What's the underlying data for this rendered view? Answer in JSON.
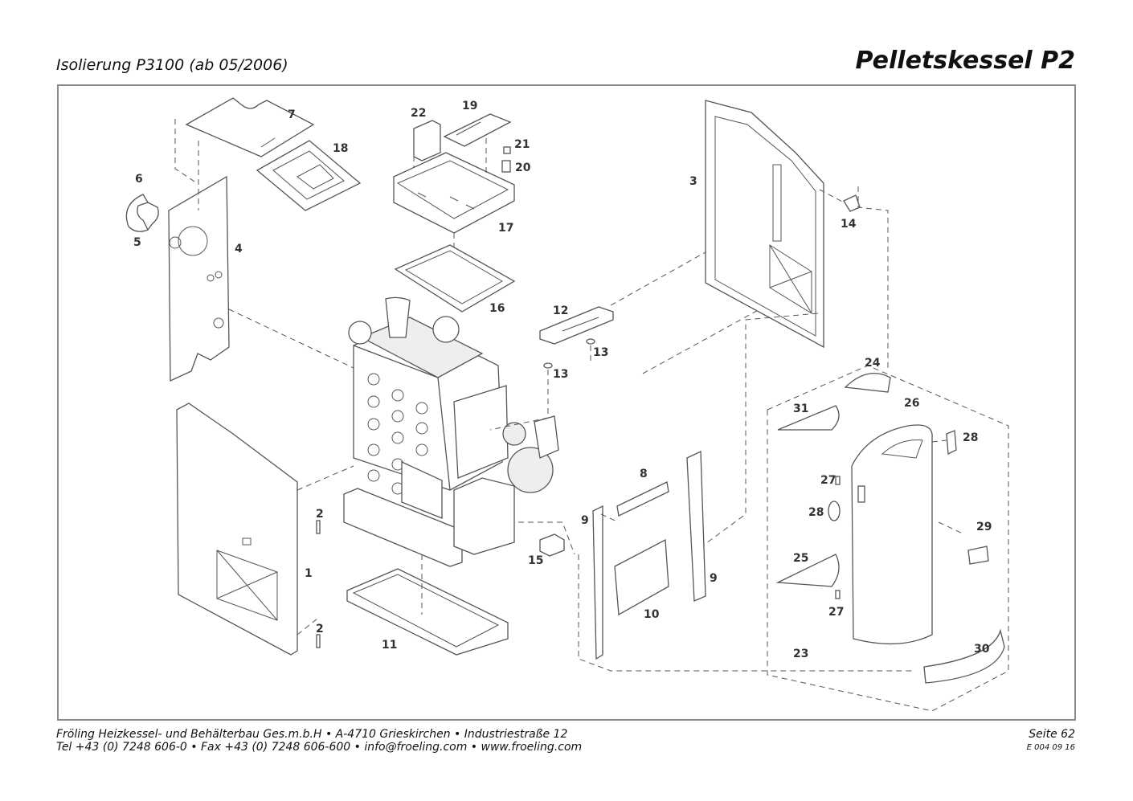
{
  "header": {
    "subtitle": "Isolierung P3100 (ab 05/2006)",
    "title": "Pelletskessel P2"
  },
  "footer": {
    "line1": "Fröling Heizkessel- und Behälterbau Ges.m.b.H   •   A-4710 Grieskirchen   •   Industriestraße 12",
    "line2": "Tel +43 (0) 7248 606-0   •   Fax +43 (0) 7248 606-600   •   info@froeling.com   •   www.froeling.com",
    "page": "Seite 62",
    "code": "E 004 09 16"
  },
  "parts": {
    "p1": "1",
    "p2a": "2",
    "p2b": "2",
    "p3": "3",
    "p4": "4",
    "p5": "5",
    "p6": "6",
    "p7": "7",
    "p8": "8",
    "p9a": "9",
    "p9b": "9",
    "p10": "10",
    "p11": "11",
    "p12": "12",
    "p13a": "13",
    "p13b": "13",
    "p14": "14",
    "p15": "15",
    "p16": "16",
    "p17": "17",
    "p18": "18",
    "p19": "19",
    "p20": "20",
    "p21": "21",
    "p22": "22",
    "p23": "23",
    "p24": "24",
    "p25": "25",
    "p26": "26",
    "p27a": "27",
    "p27b": "27",
    "p28a": "28",
    "p28b": "28",
    "p29": "29",
    "p30": "30",
    "p31": "31"
  }
}
